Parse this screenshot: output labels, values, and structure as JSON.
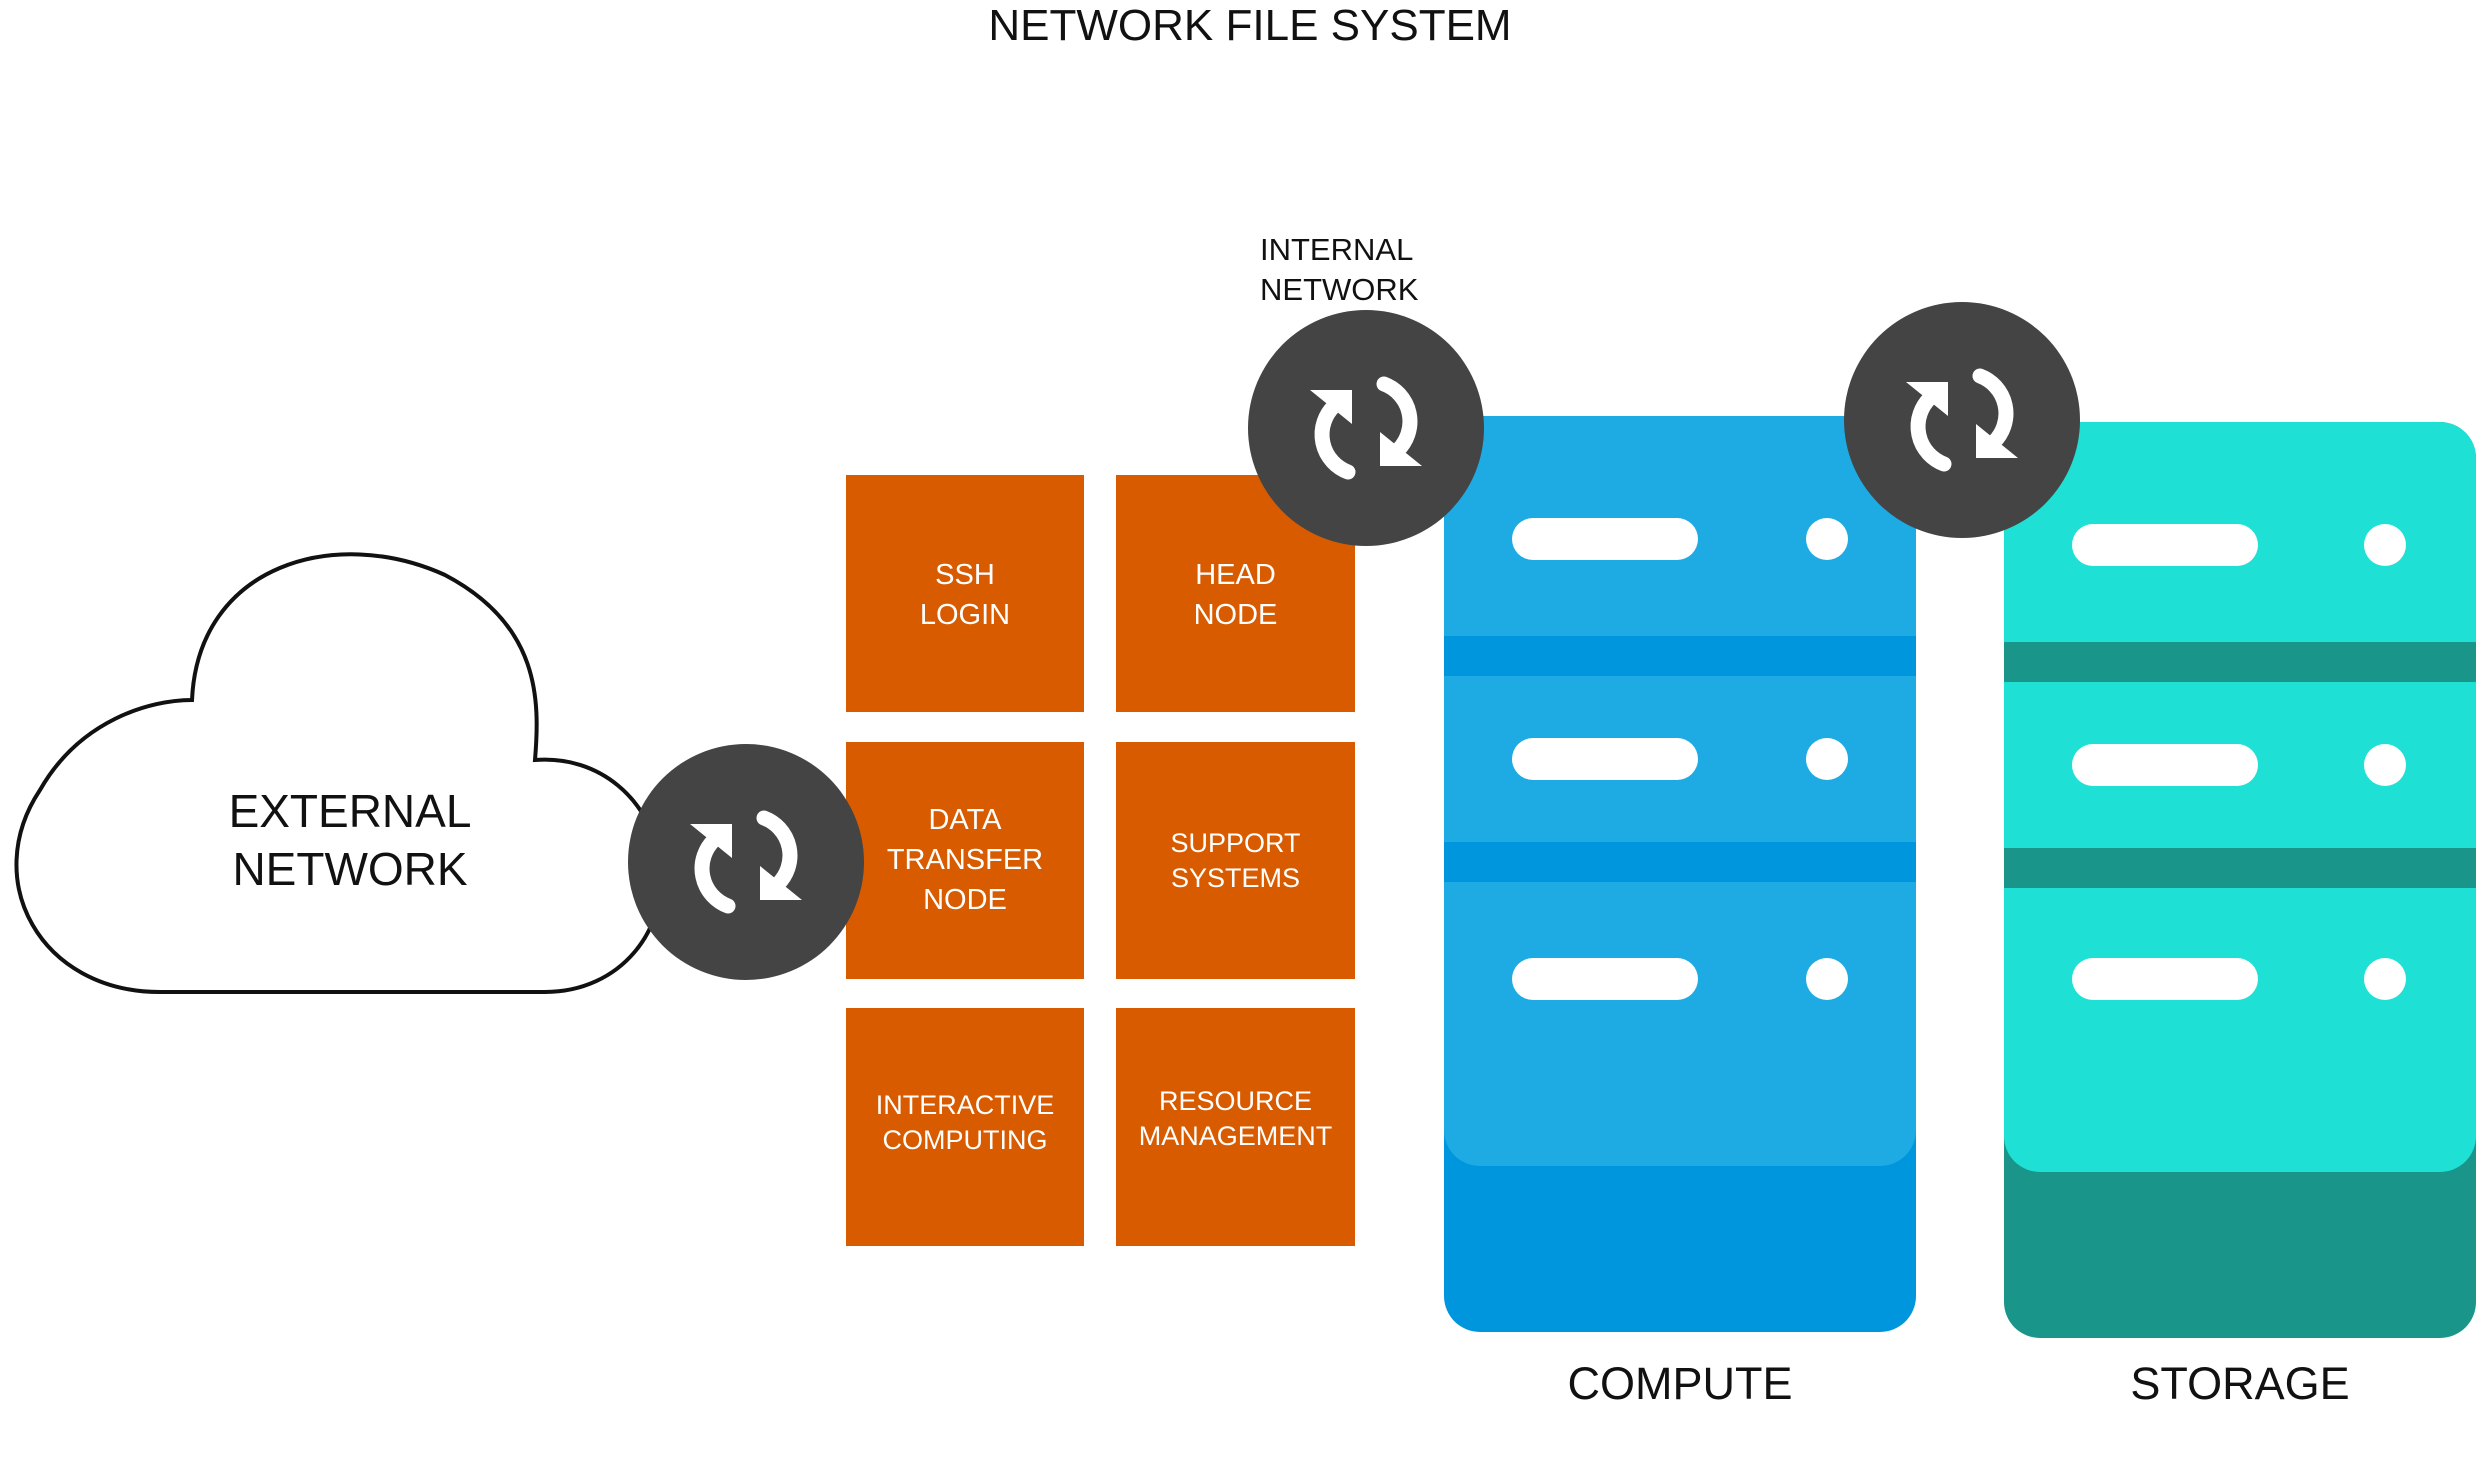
{
  "title": "NETWORK FILE SYSTEM",
  "external_network_label": "EXTERNAL\nNETWORK",
  "internal_network_label": "INTERNAL\nNETWORK",
  "tiles": [
    {
      "name": "ssh-login-tile",
      "label": "SSH\nLOGIN"
    },
    {
      "name": "head-node-tile",
      "label": "HEAD\nNODE"
    },
    {
      "name": "data-transfer-node-tile",
      "label": "DATA\nTRANSFER\nNODE"
    },
    {
      "name": "support-systems-tile",
      "label": "SUPPORT\nSYSTEMS"
    },
    {
      "name": "interactive-computing-tile",
      "label": "INTERACTIVE\nCOMPUTING"
    },
    {
      "name": "resource-management-tile",
      "label": "RESOURCE\nMANAGEMENT"
    }
  ],
  "compute_label": "COMPUTE",
  "storage_label": "STORAGE",
  "colors": {
    "tile": "#d95b00",
    "compute_light": "#1eabe3",
    "compute_dark": "#0096dd",
    "storage_light": "#1fe0d4",
    "storage_dark": "#1a958a",
    "sync_circle": "#444444",
    "sync_arrow": "#ffffff",
    "indicator": "#ffffff"
  },
  "icons": [
    "sync-icon",
    "cloud-icon",
    "server-rack-icon"
  ]
}
